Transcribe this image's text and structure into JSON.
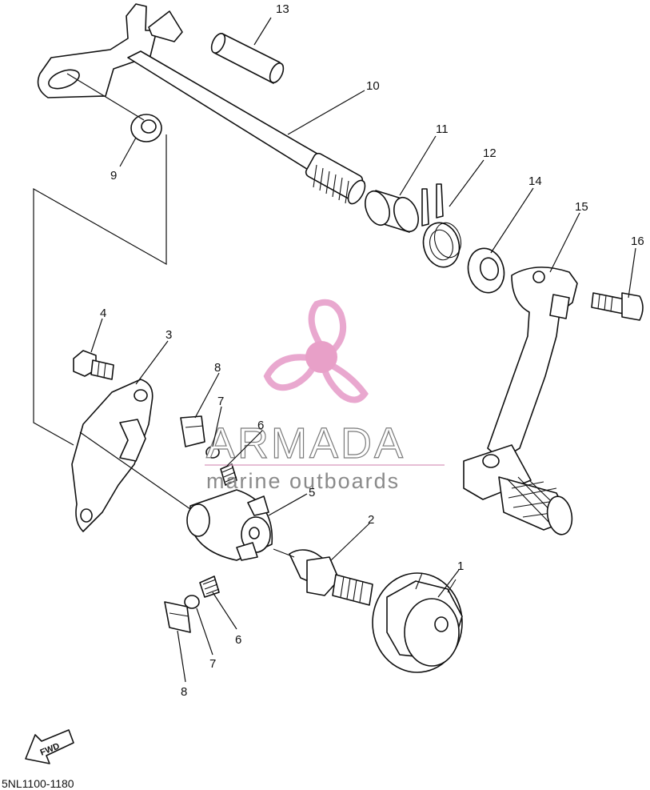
{
  "callouts": {
    "c1": "1",
    "c2": "2",
    "c3": "3",
    "c4": "4",
    "c5": "5",
    "c6a": "6",
    "c6b": "6",
    "c7a": "7",
    "c7b": "7",
    "c8a": "8",
    "c8b": "8",
    "c9": "9",
    "c10": "10",
    "c11": "11",
    "c12": "12",
    "c13": "13",
    "c14": "14",
    "c15": "15",
    "c16": "16"
  },
  "diagram_code": "5NL1100-1180",
  "fwd_label": "FWD",
  "watermark": {
    "brand": "ARMADA",
    "tagline": "marine outboards",
    "logo_color": "#e9a8cf",
    "logo_center_color": "#e8a0c8"
  }
}
